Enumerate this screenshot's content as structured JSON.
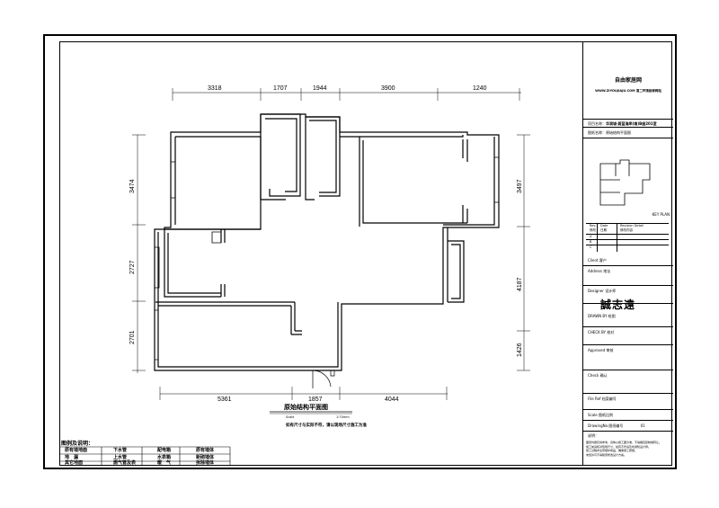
{
  "dimensions": {
    "top": [
      "3318",
      "1707",
      "1944",
      "3900",
      "1240"
    ],
    "bottom": [
      "5361",
      "1857",
      "4044"
    ],
    "left": [
      "3474",
      "2727",
      "2701"
    ],
    "right": [
      "3497",
      "4187",
      "1426"
    ]
  },
  "drawing": {
    "title": "原始结构平面图",
    "scale_label": "Scale",
    "scale_value": "1:70mm",
    "note": "如有尺寸与实际不符，请以现场尺寸施工为准"
  },
  "title_block": {
    "company": "自由家居网",
    "subtitle": "WWW.ZIYOUJIAJU.COM 第二环境装修网站",
    "project_label": "项目名称：",
    "project_value": "华润城·蔚蓝海岸(南)B座201室",
    "drawing_name_label": "图纸名称：",
    "drawing_name_value": "原始结构平面图",
    "key_plan": "KEY PLAN",
    "revision_headers": [
      "Rev.",
      "Date",
      "Revision Detail"
    ],
    "revision_headers_cn": [
      "修改",
      "日期",
      "修改内容"
    ],
    "revision_rows": [
      "A",
      "B",
      "C"
    ],
    "client": "Client 客户",
    "address": "Address 地址",
    "designer": "Designer 设计师",
    "signature": "誠志遠",
    "drawn_by": "DRAWN BY 绘图",
    "check_by": "CHECK BY 校对",
    "approved": "Approved 审核",
    "check": "Check 确认",
    "file_ref": "File Ref 档案编号",
    "scale": "Scale 图纸比例",
    "drawing_no": "DrawingNo.图纸编号",
    "drawing_no_value": "01",
    "notes_label": "说明：",
    "notes_lines": [
      "图纸内容仅供参考，具体以施工图为准，不得擅自复制或转让。",
      "施工前请核对现场尺寸，如有不符请及时通知设计师。",
      "施工过程中注意保护成品，确保施工质量。",
      "未经许可不得随意修改设计方案。"
    ]
  },
  "legend": {
    "title": "图例及说明：",
    "items": [
      [
        "原有墙地面",
        "下水管",
        "配电箱",
        "原有墙体"
      ],
      [
        "地　漏",
        "上水管",
        "水表箱",
        "新砌墙体"
      ],
      [
        "其它地面",
        "燃气管及表",
        "暖　气",
        "拆除墙体"
      ]
    ]
  }
}
